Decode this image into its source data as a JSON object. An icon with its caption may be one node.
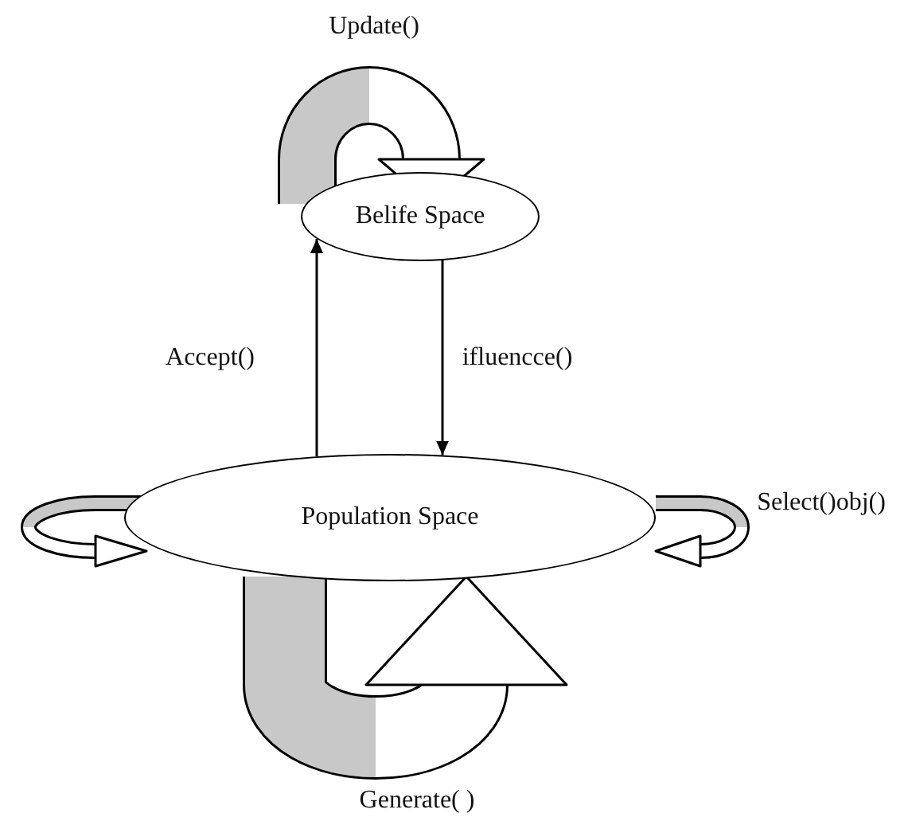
{
  "diagram": {
    "nodes": [
      {
        "text": [
          "Belife Space"
        ]
      },
      {
        "text": [
          "Population Space"
        ]
      }
    ],
    "edges": [
      {
        "from": 0,
        "to": 0,
        "arrow": "to",
        "label": "Update()",
        "style": "thick"
      },
      {
        "from": 1,
        "to": 0,
        "arrow": "to",
        "label": "Accept()"
      },
      {
        "from": 0,
        "to": 1,
        "arrow": "to",
        "label": "ifluencce()"
      },
      {
        "from": 1,
        "to": 1,
        "arrow": "to",
        "color": "#c8c8c8"
      },
      {
        "from": 1,
        "to": 1,
        "arrow": "to",
        "label": "Select()obj()",
        "color": "#c8c8c8"
      },
      {
        "from": 1,
        "to": 1,
        "arrow": "to",
        "label": "Generate( )",
        "style": "thick"
      }
    ]
  }
}
